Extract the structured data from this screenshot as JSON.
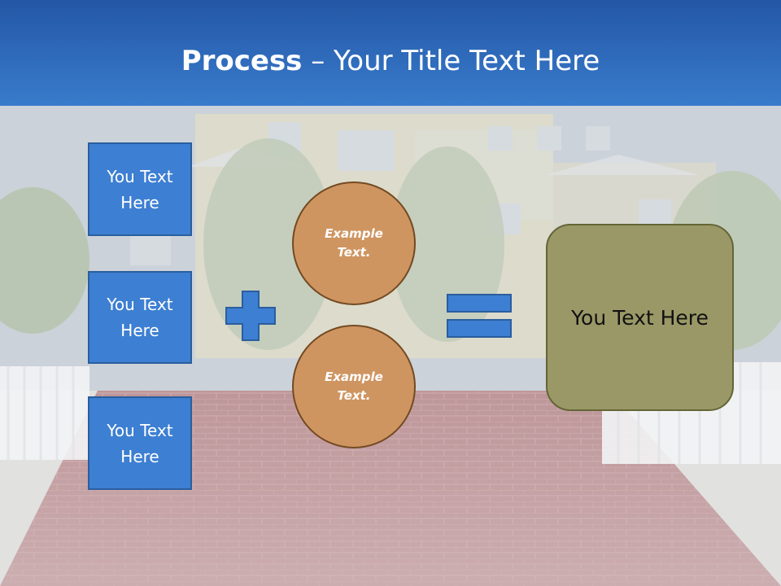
{
  "title": {
    "bold": "Process",
    "rest": " – Your Title Text Here"
  },
  "inputs": [
    {
      "label": "You Text Here"
    },
    {
      "label": "You Text Here"
    },
    {
      "label": "You Text Here"
    }
  ],
  "operands": [
    {
      "label": "Example Text."
    },
    {
      "label": "Example Text."
    }
  ],
  "result": {
    "label": "You Text Here"
  },
  "icons": {
    "plus": "plus-icon",
    "equals": "equals-icon"
  },
  "colors": {
    "header_blue": "#2e6fc2",
    "box_blue": "#3d7fd2",
    "circle_orange": "#cf9561",
    "result_olive": "#9a9866"
  }
}
